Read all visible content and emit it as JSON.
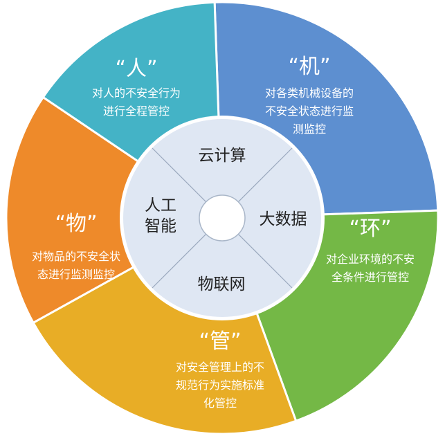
{
  "segments": [
    {
      "title": "“人”",
      "lines": [
        "对人的不安全行为",
        "进行全程管控"
      ],
      "color": "#5d8fd0"
    },
    {
      "title": "“机”",
      "lines": [
        "对各类机械设备的",
        "不安全状态进行监",
        "测监控"
      ],
      "color": "#74b846"
    },
    {
      "title": "“环”",
      "lines": [
        "对企业环境的不安",
        "全条件进行管控"
      ],
      "color": "#e8ad26"
    },
    {
      "title": "“管”",
      "lines": [
        "对安全管理上的不",
        "规范行为实施标准",
        "化管控"
      ],
      "color": "#ee8a2a"
    },
    {
      "title": "“物”",
      "lines": [
        "对物品的不安全状",
        "态进行监测监控"
      ],
      "color": "#44b3c6"
    }
  ],
  "core": {
    "top": "云计算",
    "right": "大数据",
    "bottom": "物联网",
    "left_lines": [
      "人工",
      "智能"
    ],
    "fill": "#dfe7f3"
  }
}
